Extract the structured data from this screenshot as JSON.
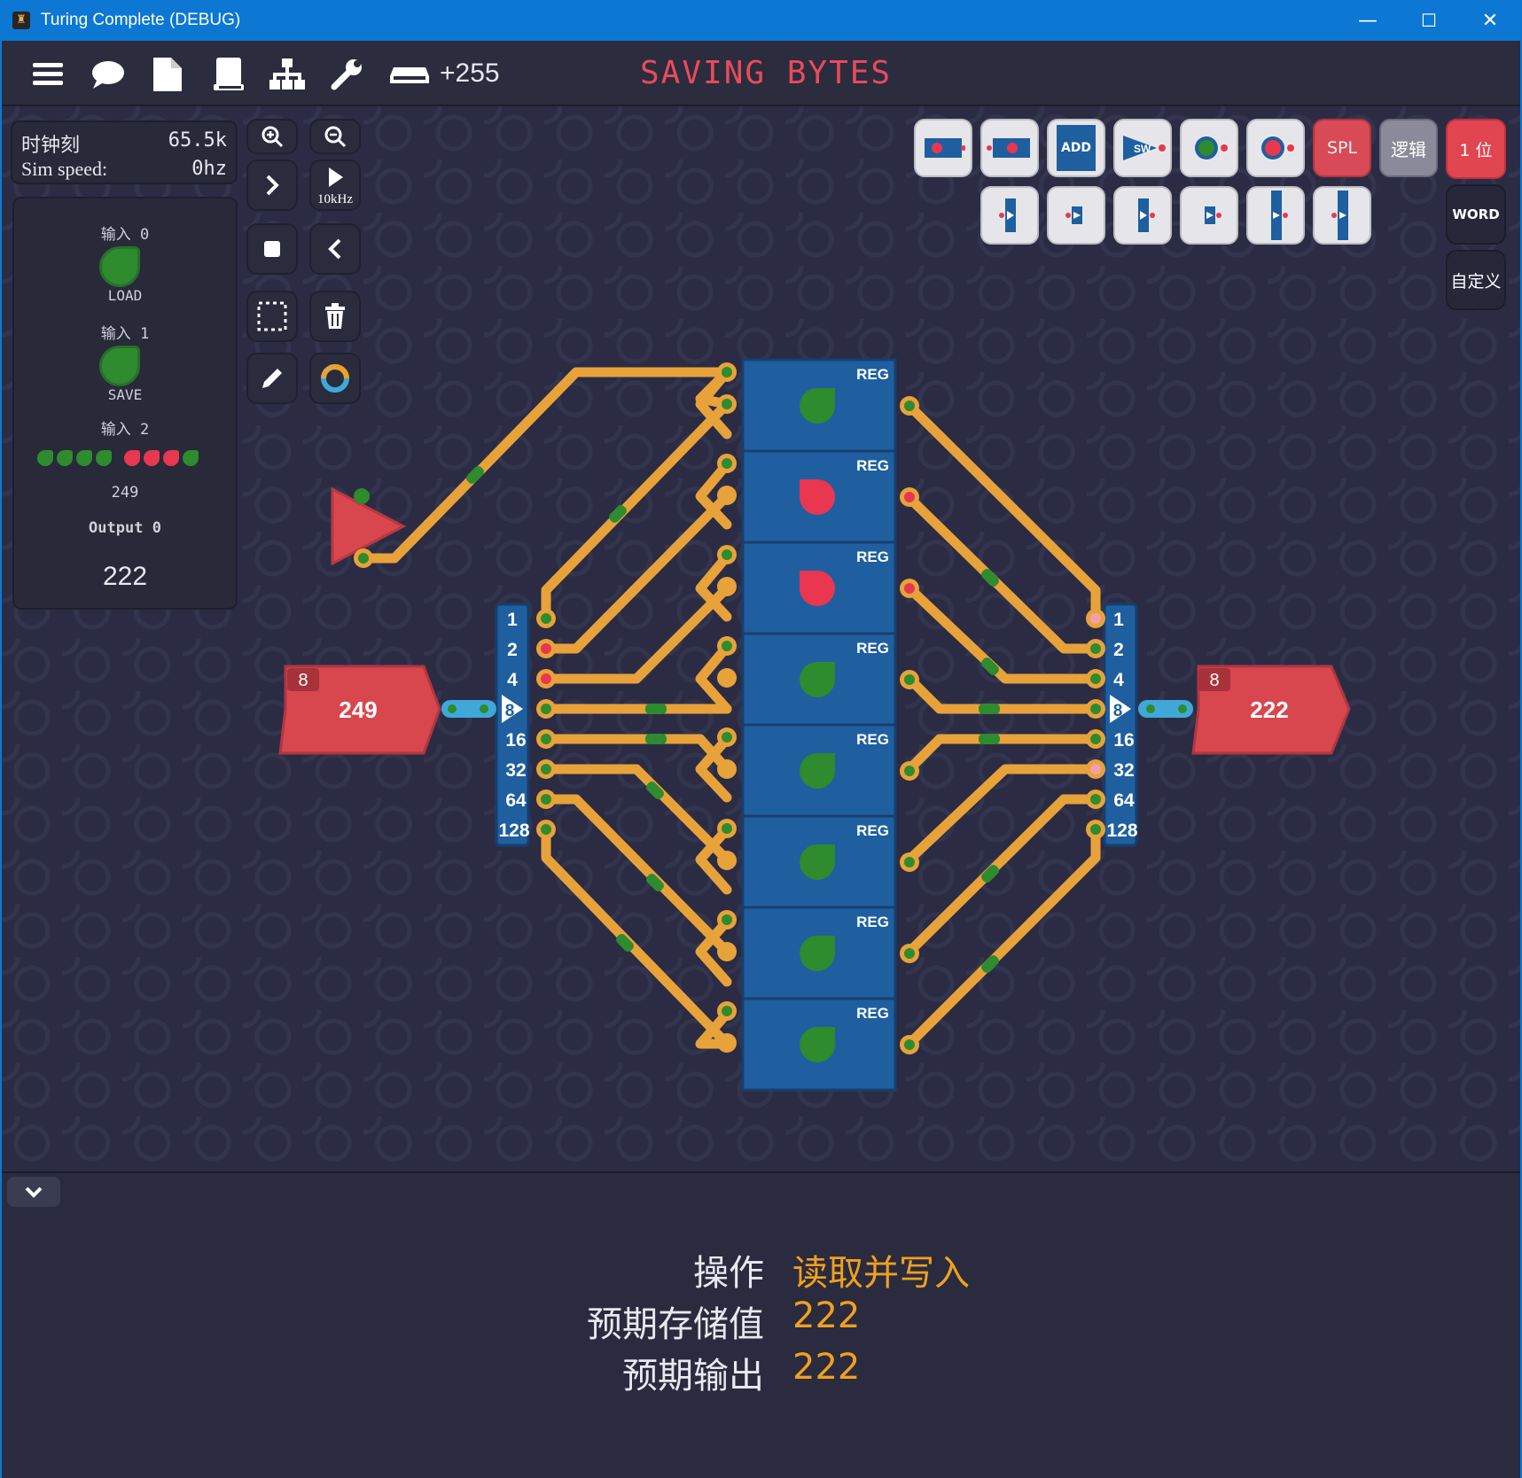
{
  "window": {
    "title": "Turing Complete (DEBUG)",
    "minimize": "—",
    "maximize": "☐",
    "close": "✕"
  },
  "toolbar": {
    "score": "+255",
    "level_title": "SAVING BYTES"
  },
  "clock": {
    "tick_label": "时钟刻",
    "tick_value": "65.5k",
    "speed_label": "Sim speed:",
    "speed_value": "0hz"
  },
  "controls": {
    "speed_label": "10kHz"
  },
  "io": {
    "input0_label": "输入 0",
    "input0_name": "LOAD",
    "input1_label": "输入 1",
    "input1_name": "SAVE",
    "input2_label": "输入 2",
    "input2_value": "249",
    "input2_bits": [
      0,
      0,
      0,
      0,
      1,
      1,
      1,
      0
    ],
    "output0_label": "Output 0",
    "output0_value": "222"
  },
  "components": {
    "row1": [
      {
        "name": "input-component",
        "label": ""
      },
      {
        "name": "output-component",
        "label": ""
      },
      {
        "name": "add-component",
        "label": "ADD"
      },
      {
        "name": "switch-component",
        "label": "SW"
      },
      {
        "name": "pin-green-component",
        "label": ""
      },
      {
        "name": "pin-red-component",
        "label": ""
      }
    ],
    "spl_label": "SPL",
    "logic_label": "逻辑",
    "bitwidth_label": "1 位",
    "word_label": "WORD",
    "custom_label": "自定义"
  },
  "circuit": {
    "reg_label": "REG",
    "reg_states": [
      "green",
      "red",
      "red",
      "green",
      "green",
      "green",
      "green",
      "green"
    ],
    "input_width": "8",
    "input_value": "249",
    "output_width": "8",
    "output_value": "222",
    "bit_labels": [
      "1",
      "2",
      "4",
      "8",
      "16",
      "32",
      "64",
      "128"
    ]
  },
  "status": {
    "op_label": "操作",
    "op_value": "读取并写入",
    "expected_store_label": "预期存储值",
    "expected_store_value": "222",
    "expected_output_label": "预期输出",
    "expected_output_value": "222"
  },
  "colors": {
    "wire": "#e8a23a",
    "reg_blue": "#1f5fa0",
    "accent_red": "#e04550",
    "green": "#2e8b2e"
  }
}
